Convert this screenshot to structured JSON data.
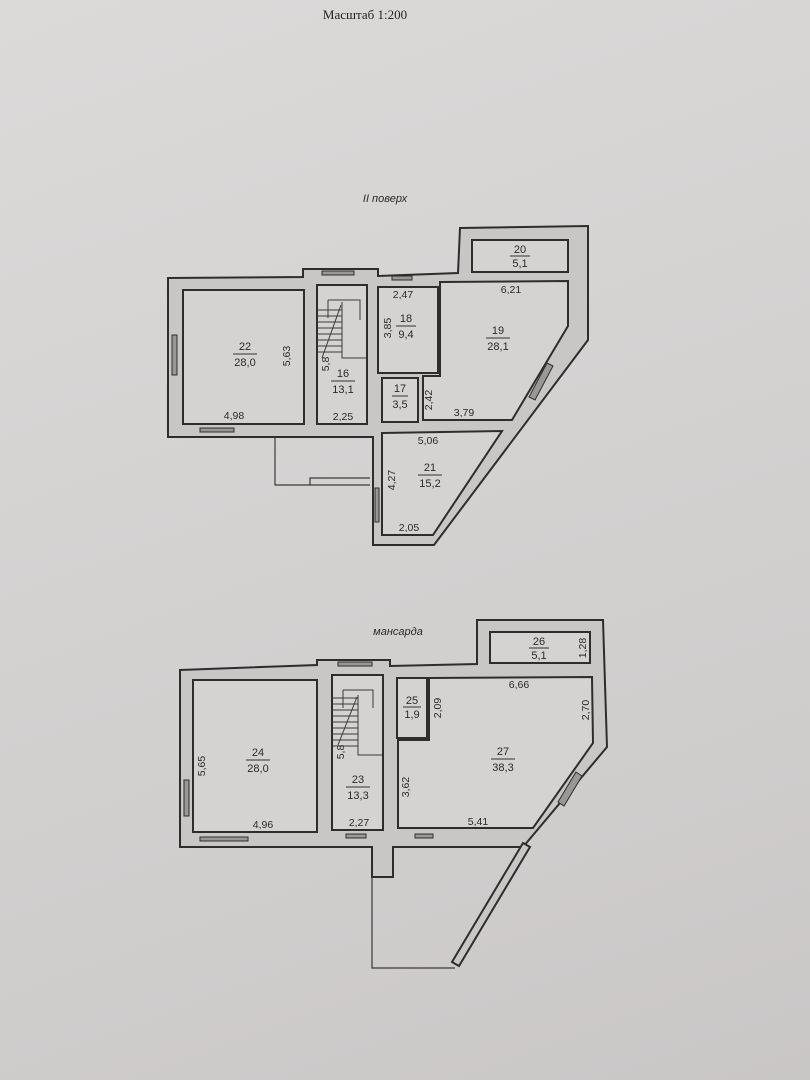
{
  "scale_label": "Масштаб 1:200",
  "floors": [
    {
      "title": "II поверх",
      "rooms": [
        {
          "number": "16",
          "area": "13,1"
        },
        {
          "number": "17",
          "area": "3,5"
        },
        {
          "number": "18",
          "area": "9,4"
        },
        {
          "number": "19",
          "area": "28,1"
        },
        {
          "number": "20",
          "area": "5,1"
        },
        {
          "number": "21",
          "area": "15,2"
        },
        {
          "number": "22",
          "area": "28,0"
        }
      ],
      "dimensions": [
        "5,63",
        "4,98",
        "5,8",
        "2,25",
        "2,47",
        "3,85",
        "2,42",
        "3,79",
        "6,21",
        "5,06",
        "4,27",
        "2,05"
      ]
    },
    {
      "title": "мансарда",
      "rooms": [
        {
          "number": "23",
          "area": "13,3"
        },
        {
          "number": "24",
          "area": "28,0"
        },
        {
          "number": "25",
          "area": "1,9"
        },
        {
          "number": "26",
          "area": "5,1"
        },
        {
          "number": "27",
          "area": "38,3"
        }
      ],
      "dimensions": [
        "5,65",
        "4,96",
        "5,8",
        "2,27",
        "3,62",
        "2,09",
        "6,66",
        "2,70",
        "1,28",
        "5,41"
      ]
    }
  ]
}
